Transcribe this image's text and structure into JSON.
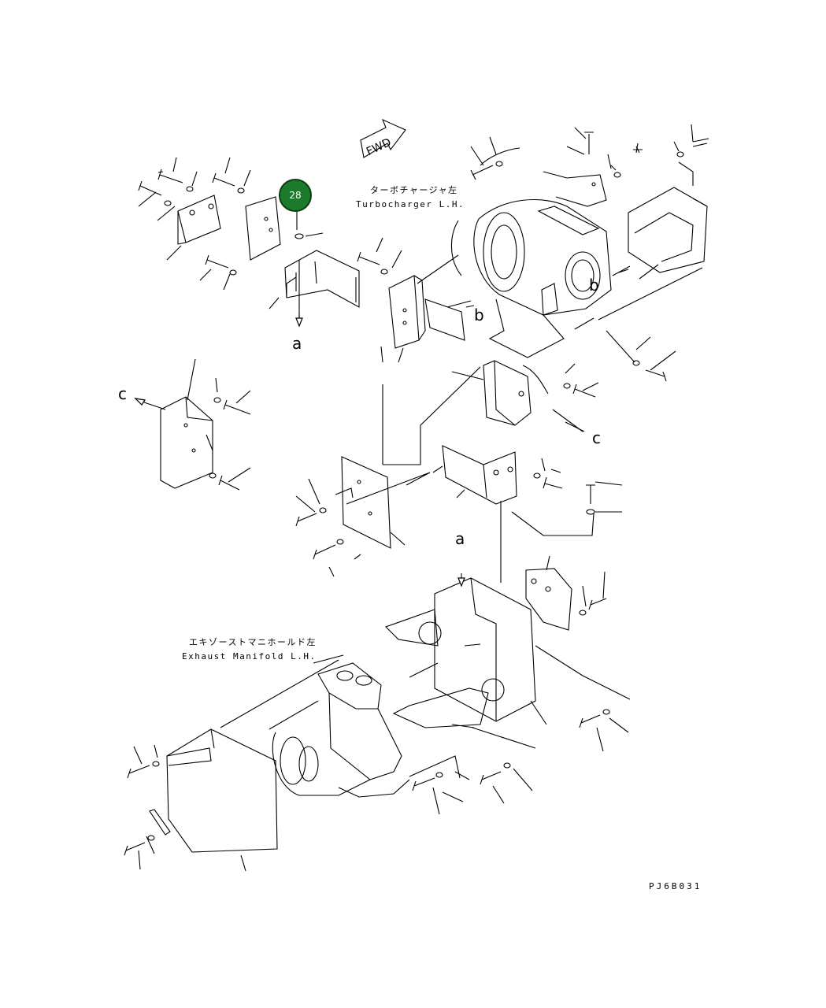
{
  "fwd_label": "FWD",
  "turbocharger": {
    "jp": "ターボチャージャ左",
    "en": "Turbocharger L.H."
  },
  "exhaust_manifold": {
    "jp": "エキゾーストマニホールド左",
    "en": "Exhaust Manifold L.H."
  },
  "callout": {
    "number": "28"
  },
  "refs": {
    "a_top": "a",
    "a_bottom": "a",
    "b_left": "b",
    "b_right": "b",
    "c_left": "c",
    "c_right": "c"
  },
  "drawing_code": "PJ6B031"
}
